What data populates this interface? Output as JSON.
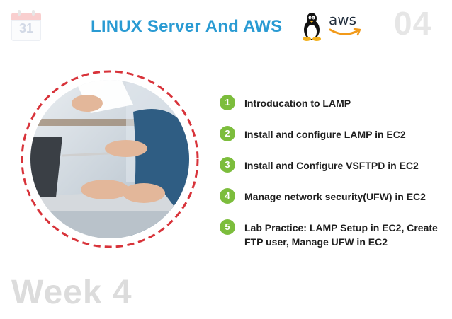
{
  "calendar_icon": {
    "day": "31",
    "icon": "calendar-icon"
  },
  "header": {
    "title": "LINUX Server And AWS",
    "linux_logo": "tux-penguin-icon",
    "aws_logo": {
      "text": "aws",
      "icon": "aws-smile-icon"
    }
  },
  "slide_number": "04",
  "photo": {
    "description_icon": "laptop-hands-photo"
  },
  "topics": [
    {
      "number": "1",
      "text": "Introducation to LAMP"
    },
    {
      "number": "2",
      "text": "Install and configure LAMP in EC2"
    },
    {
      "number": "3",
      "text": "Install and Configure VSFTPD in EC2"
    },
    {
      "number": "4",
      "text": "Manage network security(UFW) in EC2"
    },
    {
      "number": "5",
      "text": "Lab Practice: LAMP Setup in EC2, Create FTP user, Manage UFW in EC2"
    }
  ],
  "week_label": "Week 4",
  "colors": {
    "title": "#2a9bd3",
    "badge": "#7cbd3c",
    "ring_dash": "#d8333a",
    "ghost_text": "#dcdcdc"
  }
}
